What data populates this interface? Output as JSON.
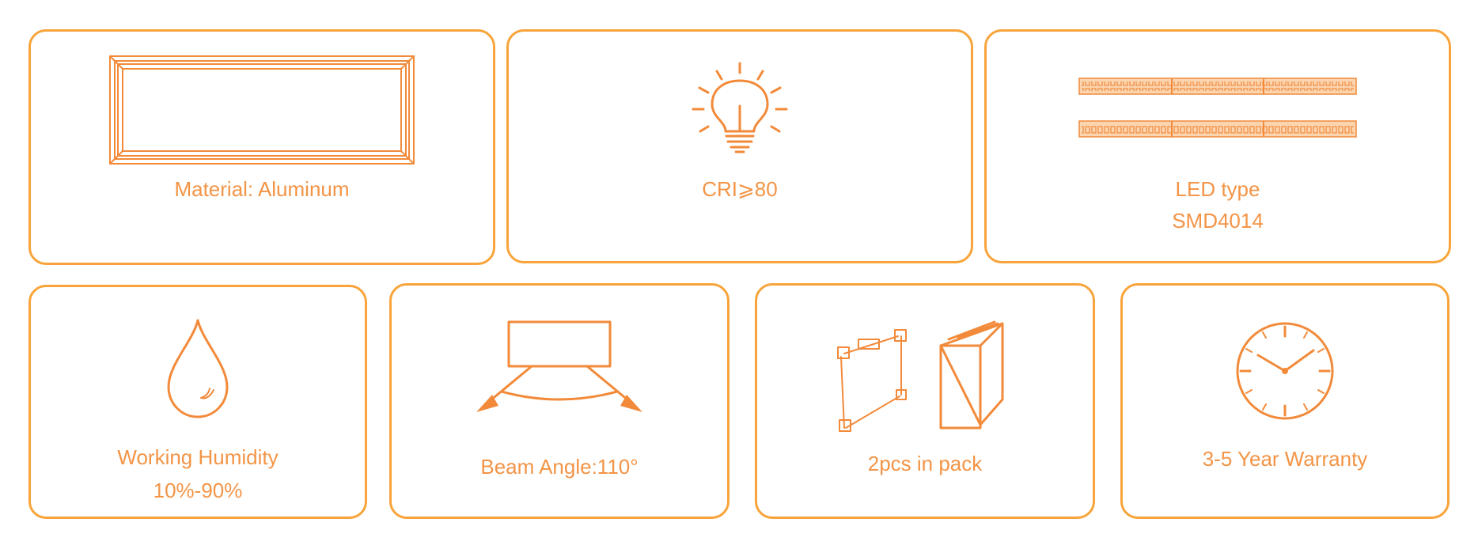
{
  "colors": {
    "border": "#f8a43a",
    "accent": "#f28a3a",
    "text": "#f39446",
    "background": "#ffffff"
  },
  "cards": [
    {
      "icon": "aluminum-frame-icon",
      "lines": [
        "Material: Aluminum"
      ]
    },
    {
      "icon": "lightbulb-icon",
      "lines": [
        "CRI⩾80"
      ]
    },
    {
      "icon": "led-strip-icon",
      "lines": [
        "LED type",
        "SMD4014"
      ]
    },
    {
      "icon": "water-drop-icon",
      "lines": [
        "Working Humidity",
        "10%-90%"
      ]
    },
    {
      "icon": "beam-angle-icon",
      "lines": [
        "Beam Angle:110°"
      ]
    },
    {
      "icon": "panel-and-box-icon",
      "lines": [
        "2pcs in pack"
      ]
    },
    {
      "icon": "clock-icon",
      "lines": [
        "3-5 Year Warranty"
      ]
    }
  ]
}
